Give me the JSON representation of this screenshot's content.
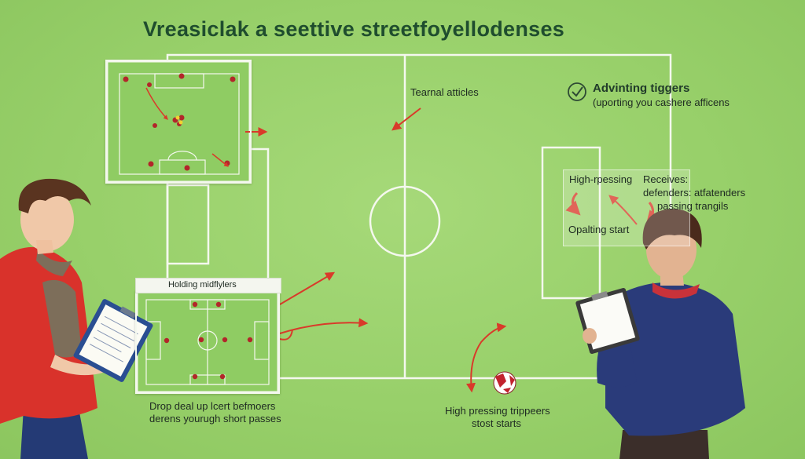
{
  "title": "Vreasiclak a seettive streetfoyellodenses",
  "labels": {
    "internal": "Tearnal atticles",
    "triggers_heading": "Advinting tiggers",
    "triggers_sub": "(uporting you cashere afficens",
    "high_pressing": "High-rpessing",
    "receives_1": "Receives:",
    "receives_2": "defenders: atfatenders",
    "receives_3": "passing trangils",
    "opalting": "Opalting start",
    "holding": "Holding midflylers",
    "drop_1": "Drop deal up lcert befmoers",
    "drop_2": "derens yourugh short passes",
    "high_bottom_1": "High pressing trippeers",
    "high_bottom_2": "stost starts"
  },
  "colors": {
    "grass": "#98d06a",
    "pitch_line": "#f4f8ee",
    "arrow": "#d93a2a",
    "title": "#1f4d2e",
    "red_shirt": "#d9322b",
    "navy_shirt": "#2a3b7a"
  },
  "icons": [
    "check-circle-icon",
    "soccer-ball-icon",
    "clipboard-icon",
    "player-icon"
  ]
}
